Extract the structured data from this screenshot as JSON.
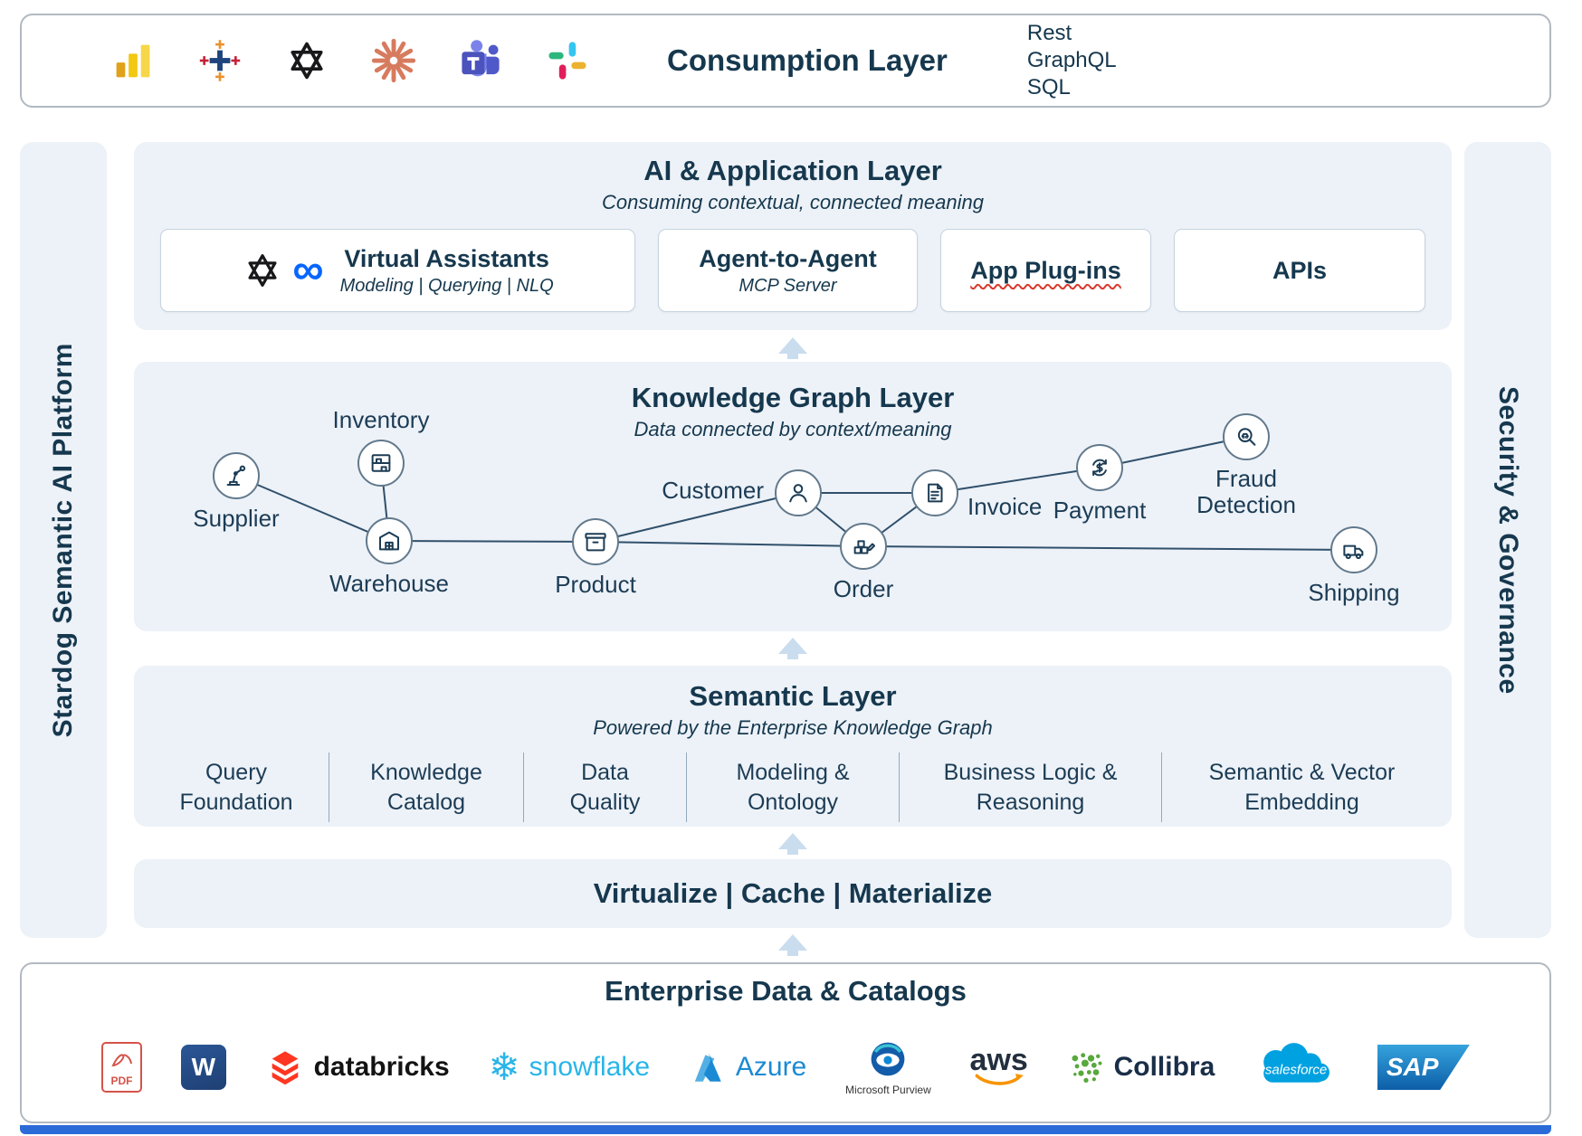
{
  "colors": {
    "navy": "#16384E",
    "layer_bg": "#EDF2F8",
    "arrow_blue": "#C9DDEF",
    "wavy_underline_red": "#D83A2E",
    "edge_line": "#30506B"
  },
  "consumption": {
    "title": "Consumption Layer",
    "protocols": [
      "Rest",
      "GraphQL",
      "SQL"
    ],
    "icons": [
      "powerbi-icon",
      "tableau-icon",
      "openai-icon",
      "claude-icon",
      "teams-icon",
      "slack-icon"
    ]
  },
  "rails": {
    "left": "Stardog Semantic AI Platform",
    "right": "Security & Governance"
  },
  "ai": {
    "title": "AI & Application Layer",
    "subtitle": "Consuming contextual, connected meaning",
    "cards": [
      {
        "title": "Virtual Assistants",
        "subtitle": "Modeling | Querying | NLQ",
        "icons": [
          "openai-icon",
          "meta-icon"
        ]
      },
      {
        "title": "Agent-to-Agent",
        "subtitle": "MCP Server"
      },
      {
        "title": "App Plug-ins"
      },
      {
        "title": "APIs"
      }
    ]
  },
  "kg": {
    "title": "Knowledge Graph Layer",
    "subtitle": "Data connected by context/meaning",
    "nodes": [
      {
        "label": "Supplier",
        "icon": "robot-arm-icon"
      },
      {
        "label": "Inventory",
        "icon": "shelf-icon"
      },
      {
        "label": "Warehouse",
        "icon": "warehouse-icon"
      },
      {
        "label": "Product",
        "icon": "box-icon"
      },
      {
        "label": "Customer",
        "icon": "person-icon"
      },
      {
        "label": "Order",
        "icon": "order-icon"
      },
      {
        "label": "Invoice",
        "icon": "invoice-icon"
      },
      {
        "label": "Payment",
        "icon": "payment-cycle-icon"
      },
      {
        "label": "Fraud Detection",
        "icon": "magnifier-icon"
      },
      {
        "label": "Shipping",
        "icon": "truck-icon"
      }
    ],
    "edges": [
      [
        "Supplier",
        "Warehouse"
      ],
      [
        "Inventory",
        "Warehouse"
      ],
      [
        "Warehouse",
        "Product"
      ],
      [
        "Product",
        "Customer"
      ],
      [
        "Product",
        "Order"
      ],
      [
        "Customer",
        "Order"
      ],
      [
        "Customer",
        "Invoice"
      ],
      [
        "Order",
        "Invoice"
      ],
      [
        "Invoice",
        "Payment"
      ],
      [
        "Payment",
        "Fraud Detection"
      ],
      [
        "Order",
        "Shipping"
      ]
    ]
  },
  "sem": {
    "title": "Semantic Layer",
    "subtitle": "Powered by the Enterprise Knowledge Graph",
    "items": [
      "Query Foundation",
      "Knowledge Catalog",
      "Data Quality",
      "Modeling & Ontology",
      "Business Logic & Reasoning",
      "Semantic & Vector Embedding"
    ]
  },
  "virt": {
    "title": "Virtualize | Cache | Materialize"
  },
  "datalayer": {
    "title": "Enterprise Data & Catalogs",
    "logos": {
      "pdf": "PDF",
      "word": "W",
      "databricks": "databricks",
      "snowflake": "snowflake",
      "azure": "Azure",
      "purview": "Microsoft Purview",
      "aws": "aws",
      "collibra": "Collibra",
      "salesforce": "salesforce",
      "sap": "SAP"
    }
  }
}
